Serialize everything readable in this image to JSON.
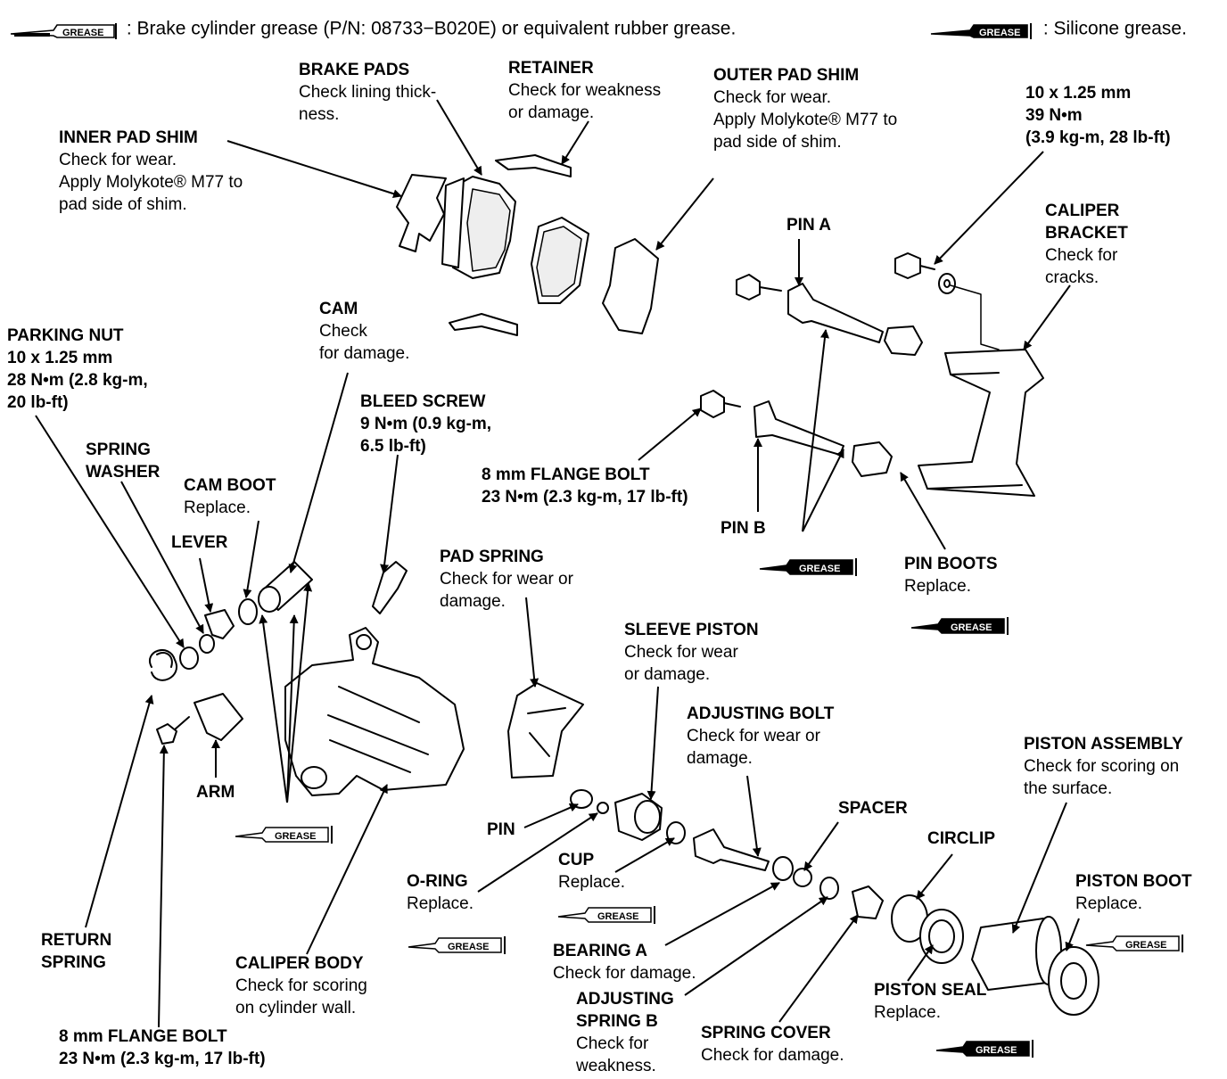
{
  "legend": {
    "brake_grease_tag": "GREASE",
    "brake_grease_text": ": Brake cylinder grease (P/N: 08733−B020E) or equivalent rubber grease.",
    "silicone_grease_tag": "GREASE",
    "silicone_grease_text": ": Silicone grease."
  },
  "labels": {
    "brake_pads": {
      "title": "BRAKE PADS",
      "note": [
        "Check lining thick-",
        "ness."
      ]
    },
    "retainer": {
      "title": "RETAINER",
      "note": [
        "Check for weakness",
        "or damage."
      ]
    },
    "outer_pad_shim": {
      "title": "OUTER PAD SHIM",
      "note": [
        "Check for wear.",
        "Apply Molykote®  M77 to",
        "pad side of shim."
      ]
    },
    "bracket_bolt": {
      "title": "10 x 1.25 mm",
      "note": [
        "39 N•m",
        "(3.9 kg-m, 28 lb-ft)"
      ]
    },
    "inner_pad_shim": {
      "title": "INNER PAD SHIM",
      "note": [
        "Check for wear.",
        "Apply Molykote®  M77 to",
        "pad side of shim."
      ]
    },
    "pin_a": {
      "title": "PIN A"
    },
    "caliper_bracket": {
      "title": "CALIPER",
      "title2": "BRACKET",
      "note": [
        "Check for",
        "cracks."
      ]
    },
    "cam": {
      "title": "CAM",
      "note": [
        "Check",
        "for damage."
      ]
    },
    "parking_nut": {
      "title": "PARKING NUT",
      "title2": "10 x 1.25 mm",
      "title3": "28 N•m (2.8 kg-m,",
      "title4": "20 lb-ft)"
    },
    "bleed_screw": {
      "title": "BLEED SCREW",
      "title2": "9 N•m (0.9 kg-m,",
      "title3": "6.5 lb-ft)"
    },
    "spring_washer": {
      "title": "SPRING",
      "title2": "WASHER"
    },
    "flange_bolt_top": {
      "title": "8 mm FLANGE BOLT",
      "title2": "23 N•m (2.3 kg-m, 17 lb-ft)"
    },
    "cam_boot": {
      "title": "CAM BOOT",
      "note": [
        "Replace."
      ]
    },
    "lever": {
      "title": "LEVER"
    },
    "pin_b": {
      "title": "PIN B"
    },
    "pin_boots": {
      "title": "PIN BOOTS",
      "note": [
        "Replace."
      ]
    },
    "pad_spring": {
      "title": "PAD SPRING",
      "note": [
        "Check for wear or",
        "damage."
      ]
    },
    "sleeve_piston": {
      "title": "SLEEVE PISTON",
      "note": [
        "Check for wear",
        "or damage."
      ]
    },
    "adjusting_bolt": {
      "title": "ADJUSTING BOLT",
      "note": [
        "Check for wear or",
        "damage."
      ]
    },
    "piston_assembly": {
      "title": "PISTON ASSEMBLY",
      "note": [
        "Check for scoring on",
        "the surface."
      ]
    },
    "arm": {
      "title": "ARM"
    },
    "spacer": {
      "title": "SPACER"
    },
    "pin": {
      "title": "PIN"
    },
    "circlip": {
      "title": "CIRCLIP"
    },
    "cup": {
      "title": "CUP",
      "note": [
        "Replace."
      ]
    },
    "o_ring": {
      "title": "O-RING",
      "note": [
        "Replace."
      ]
    },
    "piston_boot": {
      "title": "PISTON BOOT",
      "note": [
        "Replace."
      ]
    },
    "return_spring": {
      "title": "RETURN",
      "title2": "SPRING"
    },
    "bearing_a": {
      "title": "BEARING A",
      "note": [
        "Check for damage."
      ]
    },
    "caliper_body": {
      "title": "CALIPER BODY",
      "note": [
        "Check for scoring",
        "on cylinder wall."
      ]
    },
    "piston_seal": {
      "title": "PISTON SEAL",
      "note": [
        "Replace."
      ]
    },
    "adjusting_spring_b": {
      "title": "ADJUSTING",
      "title2": "SPRING B",
      "note": [
        "Check for",
        "weakness."
      ]
    },
    "spring_cover": {
      "title": "SPRING COVER",
      "note": [
        "Check for damage."
      ]
    },
    "flange_bolt_bottom": {
      "title": "8 mm FLANGE BOLT",
      "title2": "23 N•m (2.3 kg-m, 17 lb-ft)"
    }
  },
  "grease_tag_text": "GREASE"
}
